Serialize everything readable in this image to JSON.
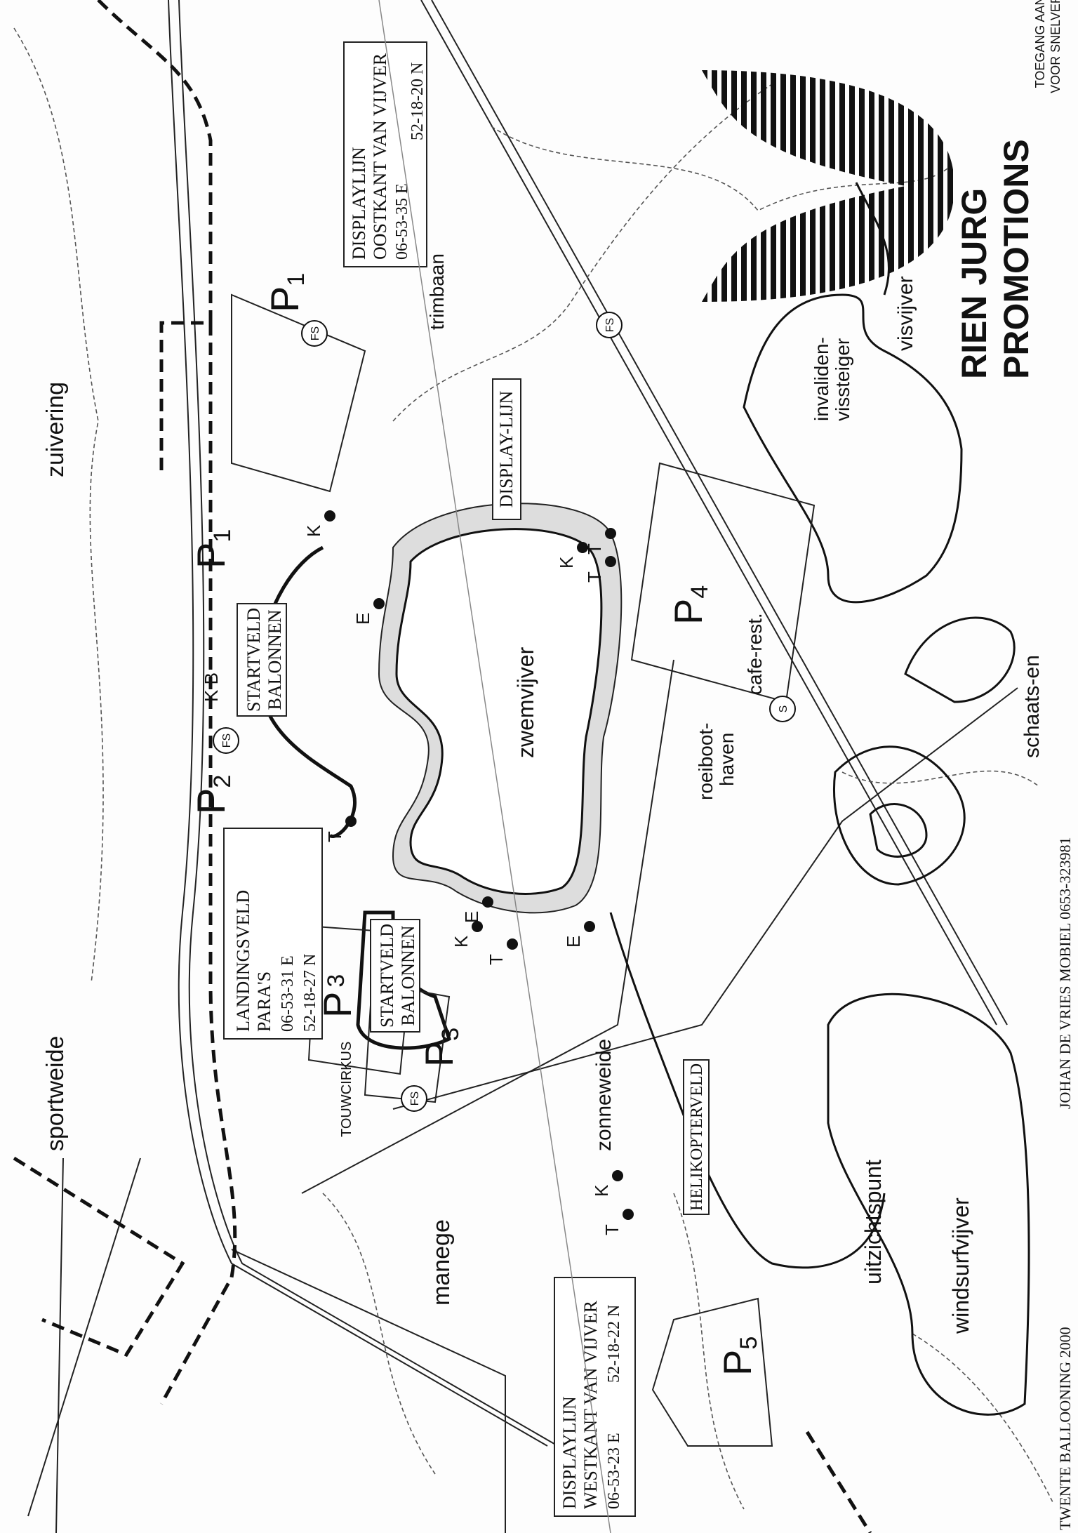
{
  "title_text": {
    "access": [
      "TOEGANG AAN",
      "VOOR SNELVERI"
    ]
  },
  "areas": {
    "zuivering": "zuivering",
    "sportweide": "sportweide",
    "trimbaan": "trimbaan",
    "zwemvijver": "zwemvijver",
    "zonneweide": "zonneweide",
    "manege": "manege",
    "uitzichtspunt": "uitzichtspunt",
    "windsurfvijver": "windsurfvijver",
    "visvijver": "visvijver",
    "invaliden": [
      "invaliden-",
      "vissteiger"
    ],
    "roeiboot": [
      "roeiboot-",
      "haven"
    ],
    "cafe": "cafe-rest.",
    "schaats": "schaats-en",
    "touwcirkus": "TOUWCIRKUS",
    "kb": "K B"
  },
  "parking": [
    {
      "label": "P",
      "sub": "1"
    },
    {
      "label": "P",
      "sub": "1"
    },
    {
      "label": "P",
      "sub": "2"
    },
    {
      "label": "P",
      "sub": "3"
    },
    {
      "label": "P",
      "sub": "3"
    },
    {
      "label": "P",
      "sub": "4"
    },
    {
      "label": "P",
      "sub": "5"
    }
  ],
  "fs_label": "FS",
  "s_label": "S",
  "markers": [
    "K",
    "E",
    "T",
    "K",
    "T",
    "E",
    "K",
    "T",
    "T",
    "E",
    "T",
    "K"
  ],
  "boxes": {
    "startveld": [
      "STARTVELD",
      "BALONNEN"
    ],
    "landingsveld": [
      "LANDINGSVELD",
      "PARA'S",
      "06-53-31 E",
      "52-18-27 N"
    ],
    "display_oost": [
      "DISPLAYLIJN",
      "OOSTKANT VAN VIJVER",
      "52-18-20 N",
      "06-53-35 E"
    ],
    "display_west": [
      "DISPLAYLIJN",
      "WESTKANT VAN VIJVER",
      "52-18-22 N",
      "06-53-23 E"
    ],
    "display_lijn": "DISPLAY-LIJN",
    "helikopterveld": "HELIKOPTERVELD"
  },
  "logo": [
    "RIEN JURG",
    "PROMOTIONS"
  ],
  "footer": {
    "left": "TWENTE BALLOONING 2000",
    "right": "JOHAN DE VRIES MOBIEL   0653-323981"
  }
}
